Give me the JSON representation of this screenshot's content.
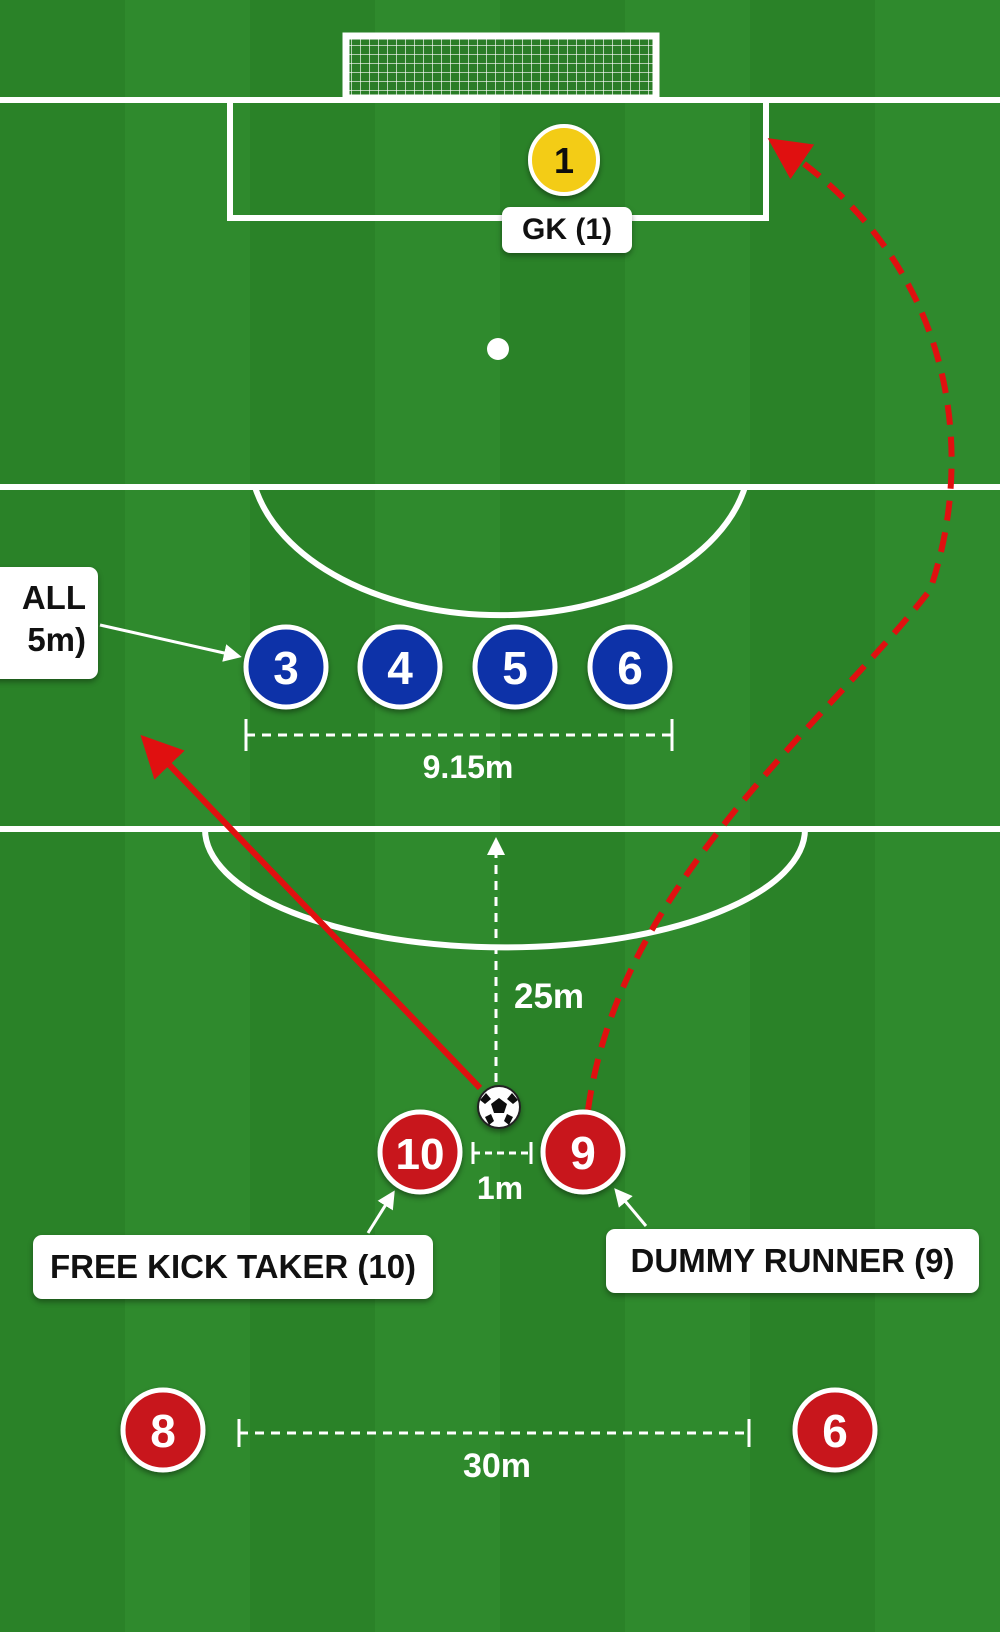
{
  "colors": {
    "grass_light": "#2f8a2d",
    "grass_dark": "#24741f",
    "lines": "#ffffff",
    "attack": "#c8161d",
    "defence": "#1030a8",
    "keeper": "#f3cc12",
    "run_path": "#e01010"
  },
  "players": {
    "keeper": {
      "number": "1"
    },
    "wall": [
      {
        "number": "3"
      },
      {
        "number": "4"
      },
      {
        "number": "5"
      },
      {
        "number": "6"
      }
    ],
    "taker": {
      "number": "10"
    },
    "dummy": {
      "number": "9"
    },
    "left_support": {
      "number": "8"
    },
    "right_support": {
      "number": "6"
    }
  },
  "labels": {
    "gk": "GK (1)",
    "wall_line1": "ALL",
    "wall_line2": "5m)",
    "free_kick_taker": "FREE KICK TAKER (10)",
    "dummy_runner": "DUMMY RUNNER (9)"
  },
  "distances": {
    "wall_width": "9.15m",
    "to_goal": "25m",
    "ball_gap": "1m",
    "support_gap": "30m"
  },
  "icons": {
    "ball": "soccer-ball-icon"
  }
}
